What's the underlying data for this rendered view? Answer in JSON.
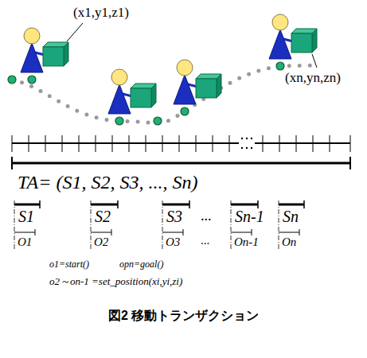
{
  "diagram": {
    "caption": "図2 移動トランザクション",
    "labels": [
      "(x1,y1,z1)",
      "(xn,yn,zn)",
      "TA= (S1, S2, S3, ..., Sn)",
      "S1",
      "S2",
      "S3",
      "...",
      "Sn-1",
      "Sn",
      "O1",
      "O2",
      "O3",
      "...",
      "On-1",
      "On",
      "o1=start()",
      "opn=goal()",
      "o2～on-1 =set_position(xi,yi,zi)"
    ]
  }
}
